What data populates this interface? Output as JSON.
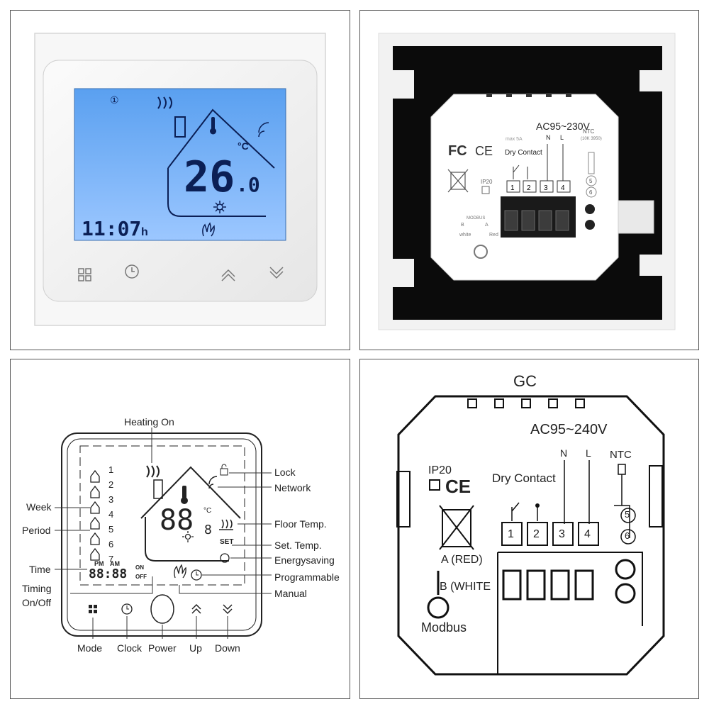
{
  "front": {
    "mode_number": "①",
    "temperature": "26",
    "temperature_decimal": ".0",
    "unit": "°C",
    "time": "11:07",
    "time_suffix": "h"
  },
  "back": {
    "voltage": "AC95~230V",
    "dry_contact": "Dry Contact",
    "terminals": [
      "1",
      "2",
      "3",
      "4"
    ],
    "n_label": "N",
    "l_label": "L",
    "ntc_label": "NTC",
    "ntc_spec": "(10K 3950)",
    "ntc_pins": [
      "5",
      "6"
    ],
    "rating": "max 5A",
    "fc_mark": "FC",
    "ce_mark": "CE",
    "ip_rating": "IP20",
    "modbus_label": "MODBUS",
    "modbus_b": "B",
    "modbus_a": "A",
    "modbus_white": "white",
    "modbus_red": "Red"
  },
  "diagram": {
    "heating_on": "Heating On",
    "lock": "Lock",
    "network": "Network",
    "week": "Week",
    "period": "Period",
    "floor_temp": "Floor Temp.",
    "set_temp": "Set. Temp.",
    "energysaving": "Energysaving",
    "time": "Time",
    "programmable": "Programmable",
    "timing_on_off_line1": "Timing",
    "timing_on_off_line2": "On/Off",
    "manual": "Manual",
    "mode": "Mode",
    "clock": "Clock",
    "power": "Power",
    "up": "Up",
    "down": "Down",
    "period_numbers": [
      "1",
      "2",
      "3",
      "4",
      "5",
      "6",
      "7"
    ],
    "lcd_pm": "PM",
    "lcd_am": "AM",
    "lcd_on": "ON",
    "lcd_off": "OFF",
    "lcd_set": "SET",
    "lcd_time": "88:88",
    "lcd_temp": "88",
    "lcd_temp_small": "8"
  },
  "wiring": {
    "title": "GC",
    "voltage": "AC95~240V",
    "n_label": "N",
    "l_label": "L",
    "ntc_label": "NTC",
    "ip_rating": "IP20",
    "ce_mark": "CE",
    "dry_contact": "Dry Contact",
    "terminals": [
      "1",
      "2",
      "3",
      "4"
    ],
    "ntc_pins": [
      "5",
      "6"
    ],
    "a_red": "A (RED)",
    "b_white": "B (WHITE",
    "modbus": "Modbus"
  },
  "colors": {
    "lcd_blue": "#4d95ea",
    "lcd_blue_light": "#8fbfff",
    "segment_dark": "#0b1f55",
    "panel_black": "#0b0b0b"
  }
}
